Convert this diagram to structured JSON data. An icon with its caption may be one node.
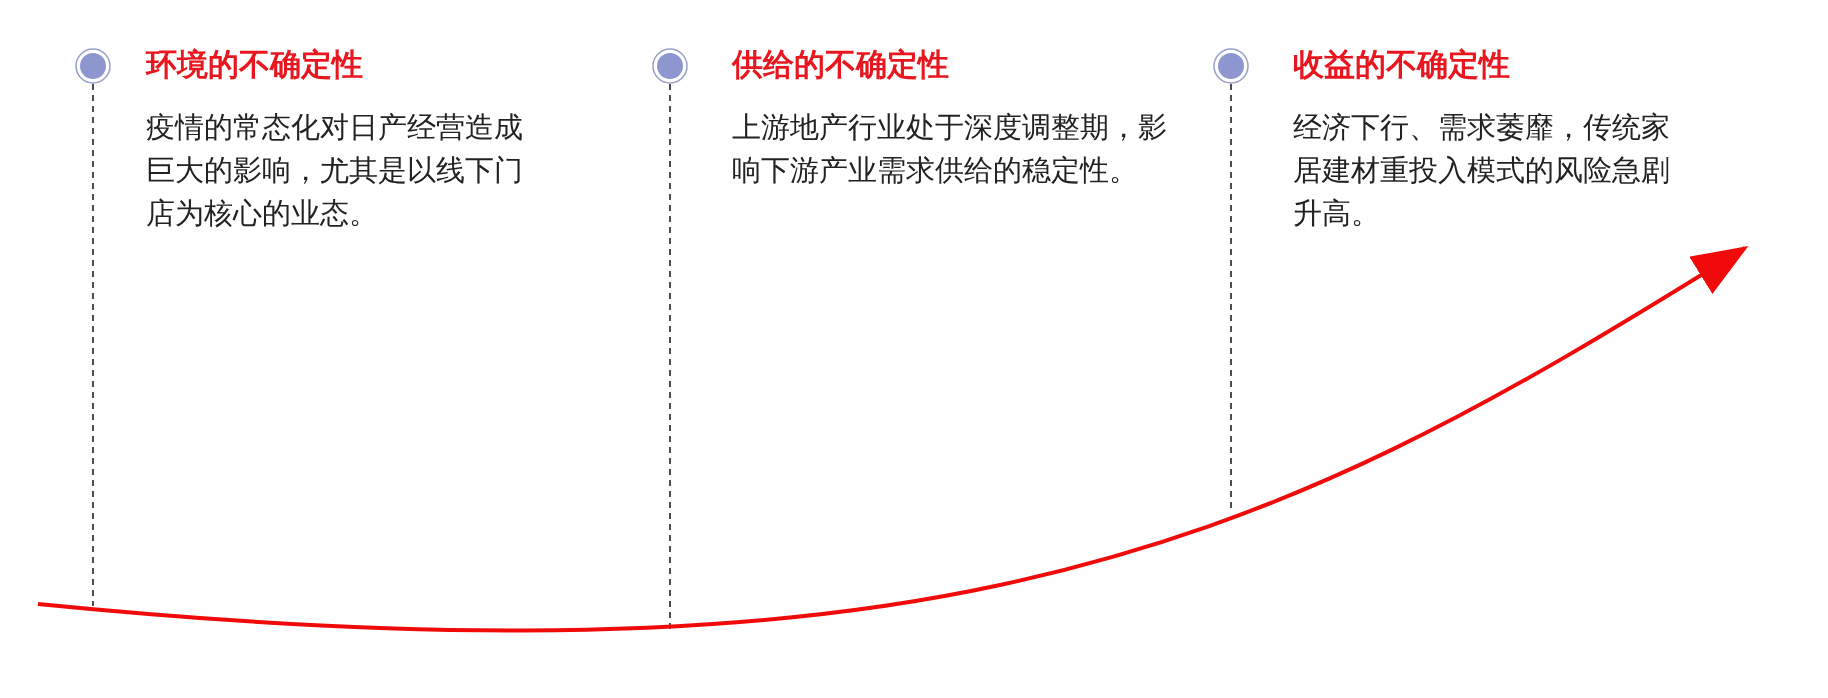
{
  "diagram": {
    "nodes": [
      {
        "text": [
          "环境的不确定性",
          "疫情的常态化对日产经营造成巨大的影响，尤其是以线下门店为核心的业态。"
        ]
      },
      {
        "text": [
          "供给的不确定性",
          "上游地产行业处于深度调整期，影响下游产业需求供给的稳定性。"
        ]
      },
      {
        "text": [
          "收益的不确定性",
          "经济下行、需求萎靡，传统家居建材重投入模式的风险急剧升高。"
        ]
      }
    ],
    "edges": []
  }
}
